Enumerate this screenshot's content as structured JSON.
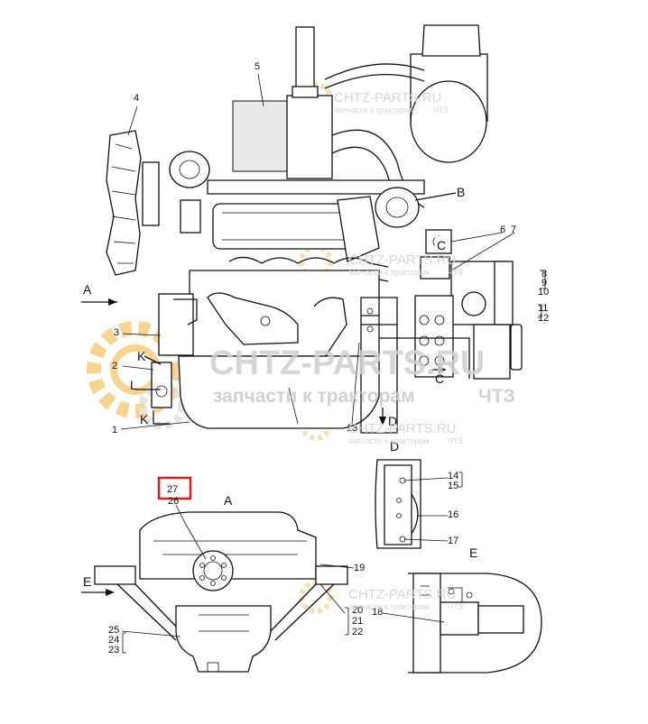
{
  "watermark": {
    "brand": "CHTZ-PARTS.RU",
    "tagline": "запчасти к тракторам",
    "tagline_mark": "ЧТЗ"
  },
  "views": {
    "A": "A",
    "B": "B",
    "C": "C",
    "D": "D",
    "E": "E",
    "K": "K",
    "L": "L"
  },
  "callouts": {
    "c1": "1",
    "c2": "2",
    "c3": "3",
    "c4": "4",
    "c5": "5",
    "c6": "6",
    "c7": "7",
    "c8": "8",
    "c9": "9",
    "c10": "10",
    "c11": "11",
    "c12": "12",
    "c13": "13",
    "c14": "14",
    "c15": "15",
    "c16": "16",
    "c17": "17",
    "c18": "18",
    "c19": "19",
    "c20": "20",
    "c21": "21",
    "c22": "22",
    "c23": "23",
    "c24": "24",
    "c25": "25",
    "c26": "26",
    "c27": "27"
  },
  "highlight": {
    "callout": "27",
    "color": "#e01b1b"
  },
  "colors": {
    "line": "#111111",
    "watermark_gear": "#f2b23a",
    "watermark_text": "#cfcfcf"
  }
}
